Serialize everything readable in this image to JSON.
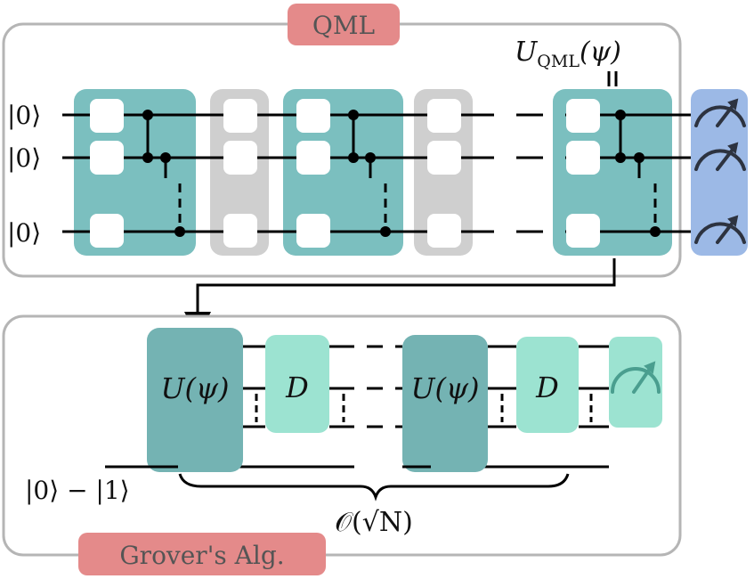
{
  "qml": {
    "tag": "QML",
    "qubit_label": "|0⟩",
    "unitary_label_main": "U",
    "unitary_label_sub": "QML",
    "unitary_label_arg": "(ψ)"
  },
  "grover": {
    "tag": "Grover's Alg.",
    "unitary_label": "U(ψ)",
    "diffusion_label": "D",
    "ancilla_label": "|0⟩ − |1⟩",
    "complexity_label": "𝒪(√N)"
  },
  "colors": {
    "teal": "#7bbfbf",
    "teal_dark": "#74b3b3",
    "mint": "#9ce3d1",
    "gray_layer": "#cfcfcf",
    "measure_blue": "#9cb9e6",
    "tag_red": "#e48a8a",
    "frame": "#b5b5b5",
    "wire": "#000000"
  },
  "icons": {
    "measurement": "meter-icon",
    "single_qubit_gate": "gate-square-icon",
    "control_dot": "control-dot-icon"
  }
}
